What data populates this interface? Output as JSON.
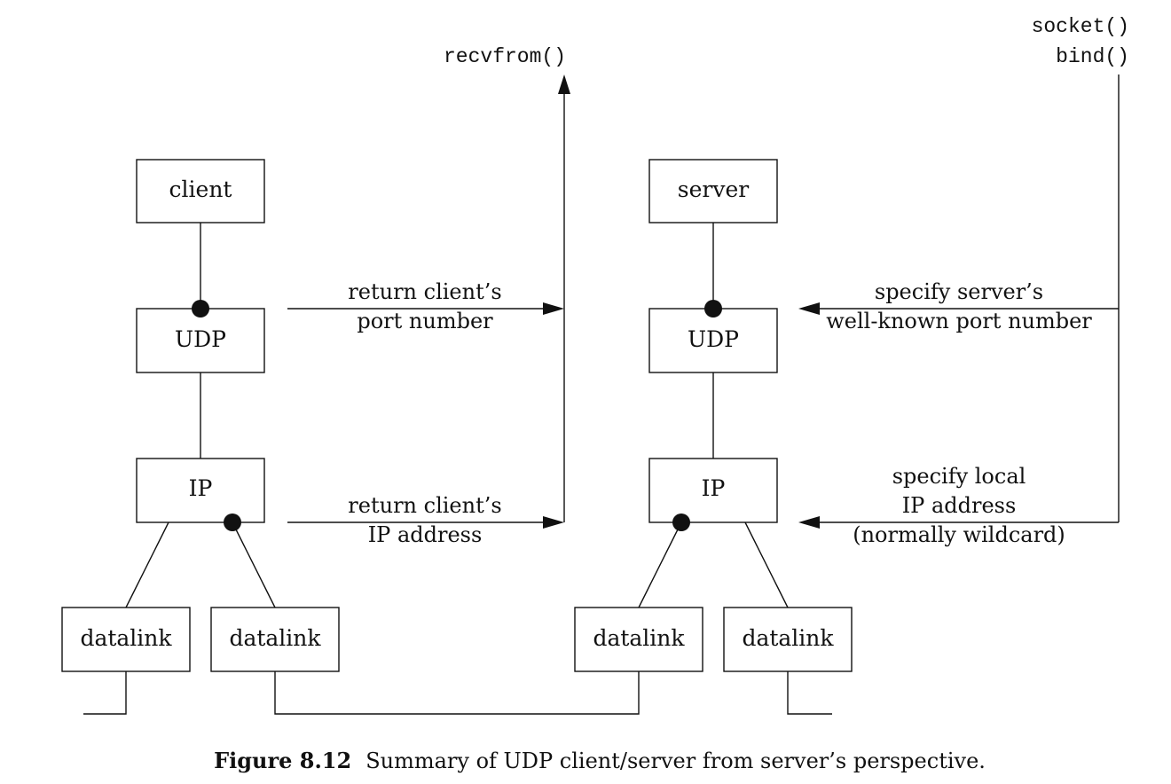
{
  "boxes": {
    "client": "client",
    "client_udp": "UDP",
    "client_ip": "IP",
    "client_datalink_1": "datalink",
    "client_datalink_2": "datalink",
    "server": "server",
    "server_udp": "UDP",
    "server_ip": "IP",
    "server_datalink_1": "datalink",
    "server_datalink_2": "datalink"
  },
  "functions": {
    "recvfrom": "recvfrom()",
    "socket": "socket()",
    "bind": "bind()"
  },
  "labels": {
    "return_port_line1": "return client’s",
    "return_port_line2": "port number",
    "return_ip_line1": "return client’s",
    "return_ip_line2": "IP address",
    "specify_port_line1": "specify server’s",
    "specify_port_line2": "well-known port number",
    "specify_ip_line1": "specify local",
    "specify_ip_line2": "IP address",
    "specify_ip_line3": "(normally wildcard)"
  },
  "caption": {
    "number": "Figure 8.12",
    "text": "Summary of UDP client/server from server’s perspective."
  }
}
